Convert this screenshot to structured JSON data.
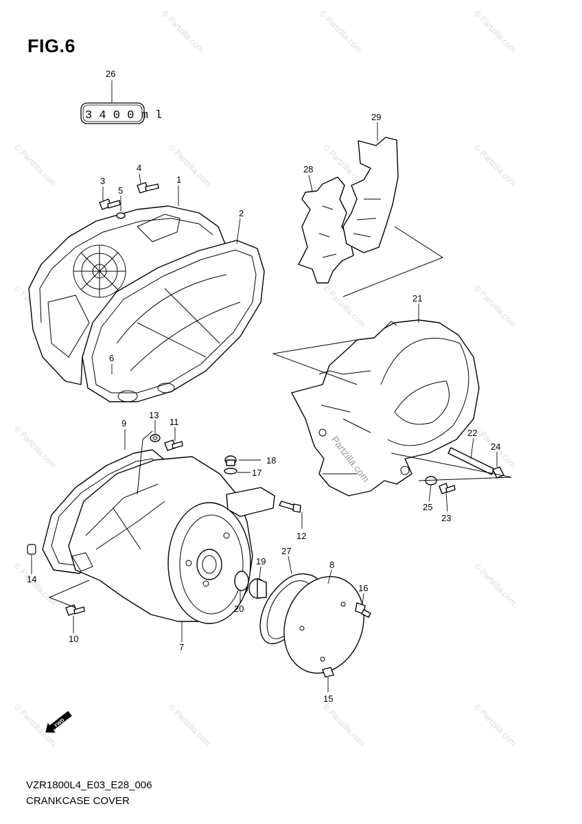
{
  "figure": {
    "title": "FIG.6",
    "model_code": "VZR1800L4_E03_E28_006",
    "section_name": "CRANKCASE COVER"
  },
  "label_part_26": "3 4 0 0 m l",
  "watermark": "© Partzilla.com",
  "center_watermark": "Partzilla.com",
  "fwd_label": "FWD",
  "callouts": [
    {
      "id": "1",
      "text": "1"
    },
    {
      "id": "2",
      "text": "2"
    },
    {
      "id": "3",
      "text": "3"
    },
    {
      "id": "4",
      "text": "4"
    },
    {
      "id": "5",
      "text": "5"
    },
    {
      "id": "6",
      "text": "6"
    },
    {
      "id": "7",
      "text": "7"
    },
    {
      "id": "8",
      "text": "8"
    },
    {
      "id": "9",
      "text": "9"
    },
    {
      "id": "10",
      "text": "10"
    },
    {
      "id": "11",
      "text": "11"
    },
    {
      "id": "12",
      "text": "12"
    },
    {
      "id": "13",
      "text": "13"
    },
    {
      "id": "14",
      "text": "14"
    },
    {
      "id": "15",
      "text": "15"
    },
    {
      "id": "16",
      "text": "16"
    },
    {
      "id": "17",
      "text": "17"
    },
    {
      "id": "18",
      "text": "18"
    },
    {
      "id": "19",
      "text": "19"
    },
    {
      "id": "20",
      "text": "20"
    },
    {
      "id": "21",
      "text": "21"
    },
    {
      "id": "22",
      "text": "22"
    },
    {
      "id": "23",
      "text": "23"
    },
    {
      "id": "24",
      "text": "24"
    },
    {
      "id": "25",
      "text": "25"
    },
    {
      "id": "26",
      "text": "26"
    },
    {
      "id": "27",
      "text": "27"
    },
    {
      "id": "28",
      "text": "28"
    },
    {
      "id": "29",
      "text": "29"
    }
  ]
}
